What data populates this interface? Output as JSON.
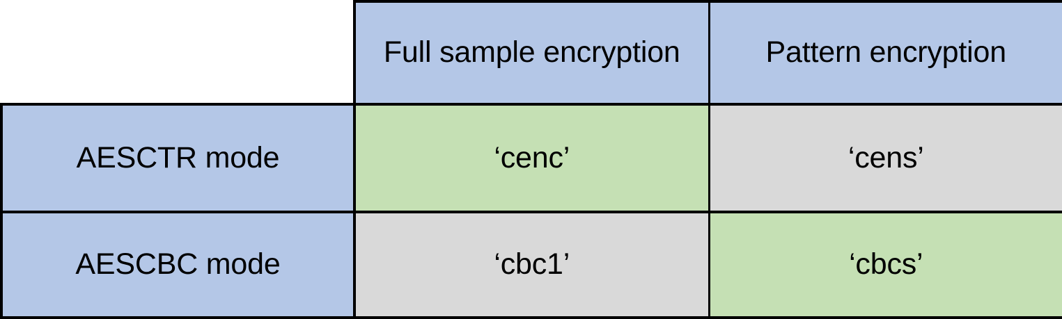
{
  "table": {
    "corner_cell": "",
    "column_headers": [
      {
        "id": "full-sample-encryption",
        "label": "Full sample encryption"
      },
      {
        "id": "pattern-encryption",
        "label": "Pattern encryption"
      }
    ],
    "rows": [
      {
        "id": "aesctr",
        "label": "AESCTR mode",
        "cells": [
          {
            "id": "cenc",
            "value": "‘cenc’",
            "fill": "green",
            "color": "#c5e0b4"
          },
          {
            "id": "cens",
            "value": "‘cens’",
            "fill": "gray",
            "color": "#d9d9d9"
          }
        ]
      },
      {
        "id": "aescbc",
        "label": "AESCBC mode",
        "cells": [
          {
            "id": "cbc1",
            "value": "‘cbc1’",
            "fill": "gray",
            "color": "#d9d9d9"
          },
          {
            "id": "cbcs",
            "value": "‘cbcs’",
            "fill": "green",
            "color": "#c5e0b4"
          }
        ]
      }
    ]
  },
  "colors": {
    "header_blue": "#b4c7e7",
    "row_label_blue": "#b4c7e7",
    "highlight_green": "#c5e0b4",
    "neutral_gray": "#d9d9d9",
    "border_black": "#000000",
    "background_white": "#ffffff",
    "text_black": "#000000"
  }
}
